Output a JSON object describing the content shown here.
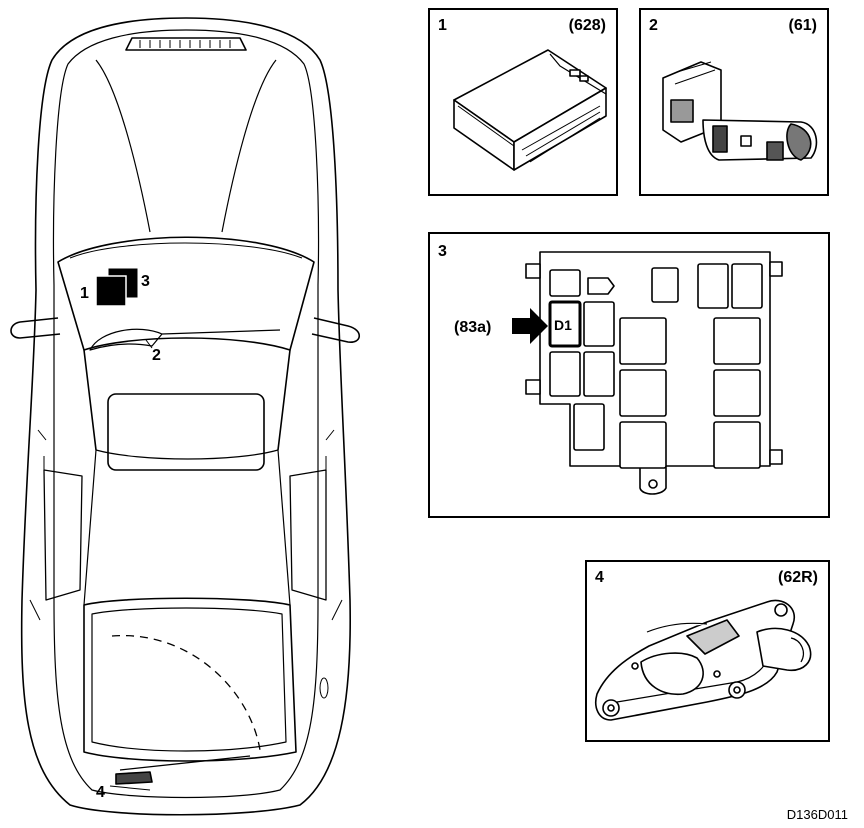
{
  "car": {
    "callout_1": "1",
    "callout_2": "2",
    "callout_3": "3",
    "callout_4": "4"
  },
  "panels": [
    {
      "number": "1",
      "ref": "(628)"
    },
    {
      "number": "2",
      "ref": "(61)"
    },
    {
      "number": "3",
      "ref": "",
      "arrow_label": "(83a)",
      "fuse_label": "D1"
    },
    {
      "number": "4",
      "ref": "(62R)"
    }
  ],
  "drawing_code": "D136D011"
}
